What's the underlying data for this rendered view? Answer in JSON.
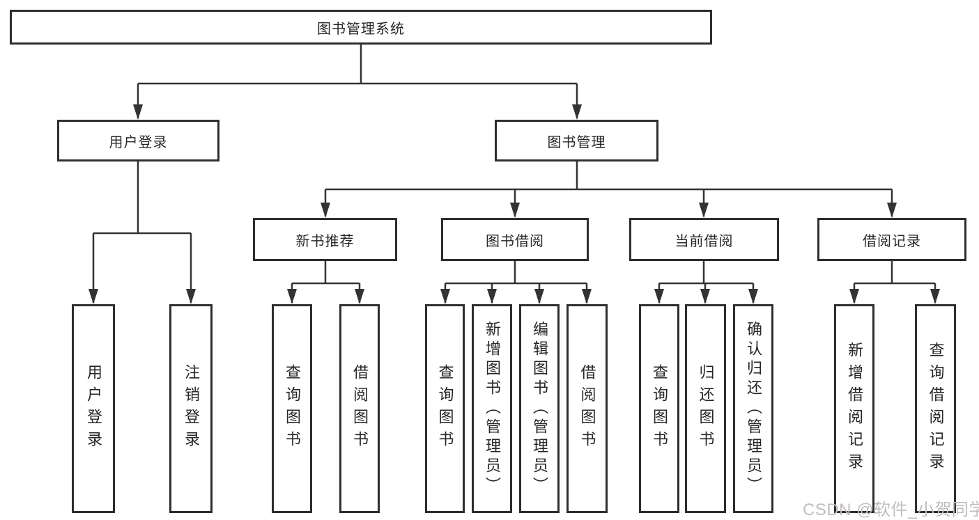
{
  "tree": {
    "label": "图书管理系统",
    "children": [
      {
        "label": "用户登录",
        "children": [
          {
            "label": "用户登录"
          },
          {
            "label": "注销登录"
          }
        ]
      },
      {
        "label": "图书管理",
        "children": [
          {
            "label": "新书推荐",
            "children": [
              {
                "label": "查询图书"
              },
              {
                "label": "借阅图书"
              }
            ]
          },
          {
            "label": "图书借阅",
            "children": [
              {
                "label": "查询图书"
              },
              {
                "label": "新增图书（管理员）"
              },
              {
                "label": "编辑图书（管理员）"
              },
              {
                "label": "借阅图书"
              }
            ]
          },
          {
            "label": "当前借阅",
            "children": [
              {
                "label": "查询图书"
              },
              {
                "label": "归还图书"
              },
              {
                "label": "确认归还（管理员）"
              }
            ]
          },
          {
            "label": "借阅记录",
            "children": [
              {
                "label": "新增借阅记录"
              },
              {
                "label": "查询借阅记录"
              }
            ]
          }
        ]
      }
    ]
  },
  "watermark": "CSDN @软件_小贺同学",
  "colors": {
    "line": "#333333",
    "box_border": "#2e2e2e",
    "text": "#262626",
    "watermark": "#c2bdbd",
    "background": "#ffffff"
  }
}
